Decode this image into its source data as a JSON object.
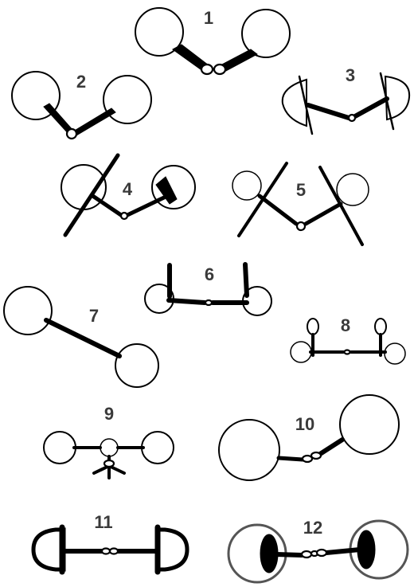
{
  "bits": [
    {
      "id": "1",
      "label": "1"
    },
    {
      "id": "2",
      "label": "2"
    },
    {
      "id": "3",
      "label": "3"
    },
    {
      "id": "4",
      "label": "4"
    },
    {
      "id": "5",
      "label": "5"
    },
    {
      "id": "6",
      "label": "6"
    },
    {
      "id": "7",
      "label": "7"
    },
    {
      "id": "8",
      "label": "8"
    },
    {
      "id": "9",
      "label": "9"
    },
    {
      "id": "10",
      "label": "10"
    },
    {
      "id": "11",
      "label": "11"
    },
    {
      "id": "12",
      "label": "12"
    }
  ]
}
